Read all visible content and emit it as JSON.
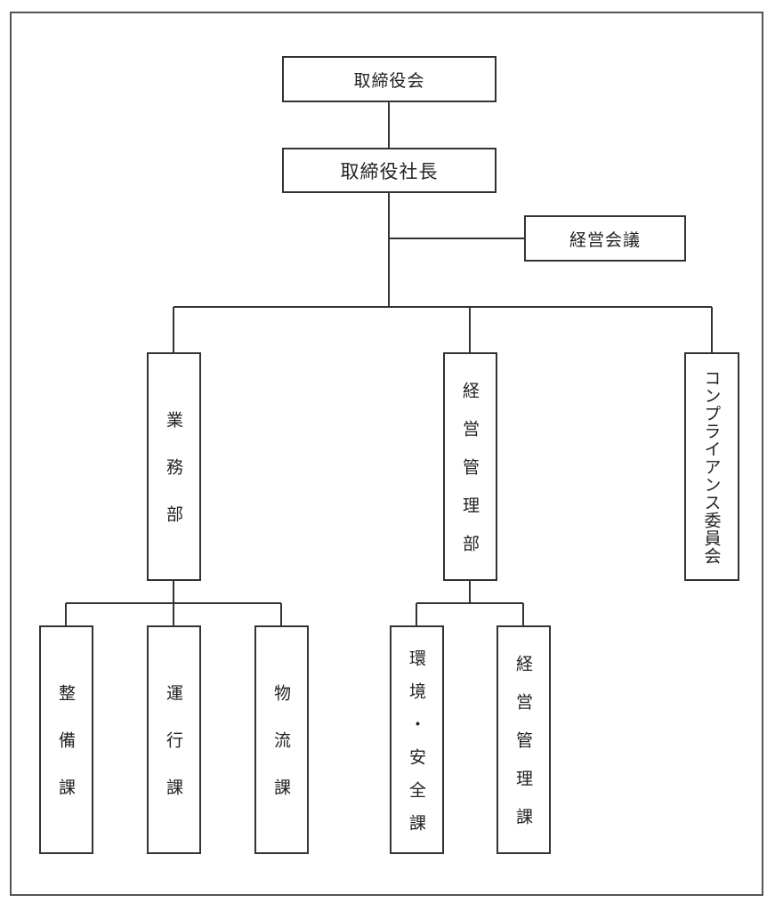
{
  "org_chart": {
    "board": "取締役会",
    "president": "取締役社長",
    "management_meeting": "経営会議",
    "departments": [
      {
        "name": "業務部",
        "sections": [
          "整備課",
          "運行課",
          "物流課"
        ]
      },
      {
        "name": "経営管理部",
        "sections": [
          "環境・安全課",
          "経営管理課"
        ]
      },
      {
        "name": "コンプライアンス委員会",
        "sections": []
      }
    ]
  }
}
